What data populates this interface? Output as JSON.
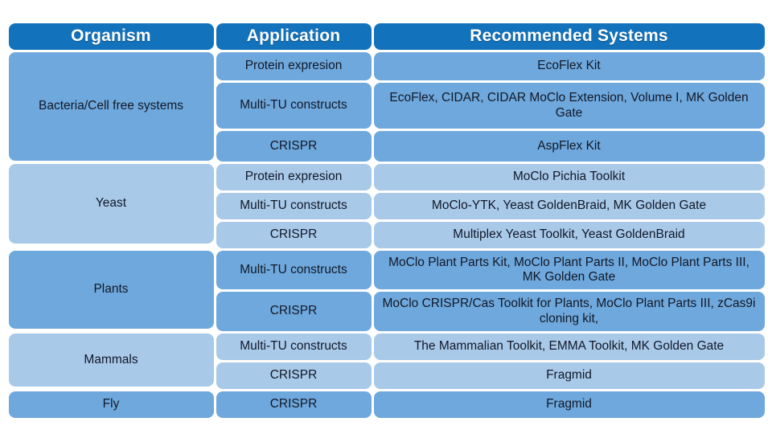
{
  "table": {
    "headers": [
      "Organism",
      "Application",
      "Recommended Systems"
    ],
    "colors": {
      "header_bg": "#1272BC",
      "header_text": "#FFFFFF",
      "band_dark": "#6FA8DC",
      "band_light": "#A9C9E9",
      "cell_text": "#111827",
      "page_bg": "#FFFFFF"
    },
    "groups": [
      {
        "organism": "Bacteria/Cell free systems",
        "band": "dark",
        "rows": [
          {
            "application": "Protein expresion",
            "systems": "EcoFlex Kit"
          },
          {
            "application": "Multi-TU constructs",
            "systems": "EcoFlex, CIDAR, CIDAR MoClo Extension, Volume I, MK Golden Gate"
          },
          {
            "application": "CRISPR",
            "systems": "AspFlex Kit"
          }
        ]
      },
      {
        "organism": "Yeast",
        "band": "light",
        "rows": [
          {
            "application": "Protein expresion",
            "systems": "MoClo Pichia Toolkit"
          },
          {
            "application": "Multi-TU constructs",
            "systems": "MoClo-YTK, Yeast GoldenBraid, MK Golden Gate"
          },
          {
            "application": "CRISPR",
            "systems": "Multiplex Yeast Toolkit, Yeast GoldenBraid"
          }
        ]
      },
      {
        "organism": "Plants",
        "band": "dark",
        "rows": [
          {
            "application": "Multi-TU constructs",
            "systems": "MoClo Plant Parts Kit, MoClo Plant Parts II, MoClo Plant Parts III, MK Golden Gate"
          },
          {
            "application": "CRISPR",
            "systems": "MoClo CRISPR/Cas Toolkit for Plants, MoClo Plant Parts III, zCas9i cloning kit,"
          }
        ]
      },
      {
        "organism": "Mammals",
        "band": "light",
        "rows": [
          {
            "application": "Multi-TU constructs",
            "systems": "The Mammalian Toolkit, EMMA Toolkit, MK Golden Gate"
          },
          {
            "application": "CRISPR",
            "systems": "Fragmid"
          }
        ]
      },
      {
        "organism": "Fly",
        "band": "dark",
        "rows": [
          {
            "application": "CRISPR",
            "systems": "Fragmid"
          }
        ]
      }
    ]
  }
}
